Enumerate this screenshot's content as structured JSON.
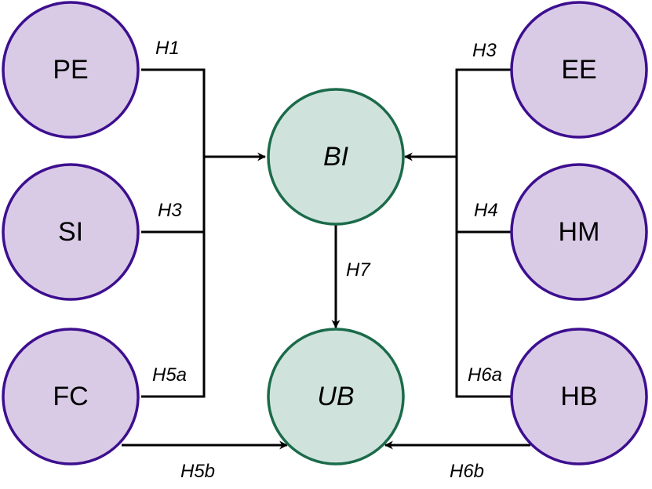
{
  "nodes": {
    "pe": {
      "label": "PE"
    },
    "si": {
      "label": "SI"
    },
    "fc": {
      "label": "FC"
    },
    "ee": {
      "label": "EE"
    },
    "hm": {
      "label": "HM"
    },
    "hb": {
      "label": "HB"
    },
    "bi": {
      "label": "BI"
    },
    "ub": {
      "label": "UB"
    }
  },
  "edges": {
    "pe_bi": {
      "label": "H1"
    },
    "si_bi": {
      "label": "H3"
    },
    "fc_bi": {
      "label": "H5a"
    },
    "ee_bi": {
      "label": "H3"
    },
    "hm_bi": {
      "label": "H4"
    },
    "hb_bi": {
      "label": "H6a"
    },
    "bi_ub": {
      "label": "H7"
    },
    "fc_ub": {
      "label": "H5b"
    },
    "hb_ub": {
      "label": "H6b"
    }
  },
  "colors": {
    "construct_fill": "#d9cbe6",
    "construct_stroke": "#3d0f8f",
    "outcome_fill": "#cfe3dc",
    "outcome_stroke": "#1b6b4a"
  }
}
